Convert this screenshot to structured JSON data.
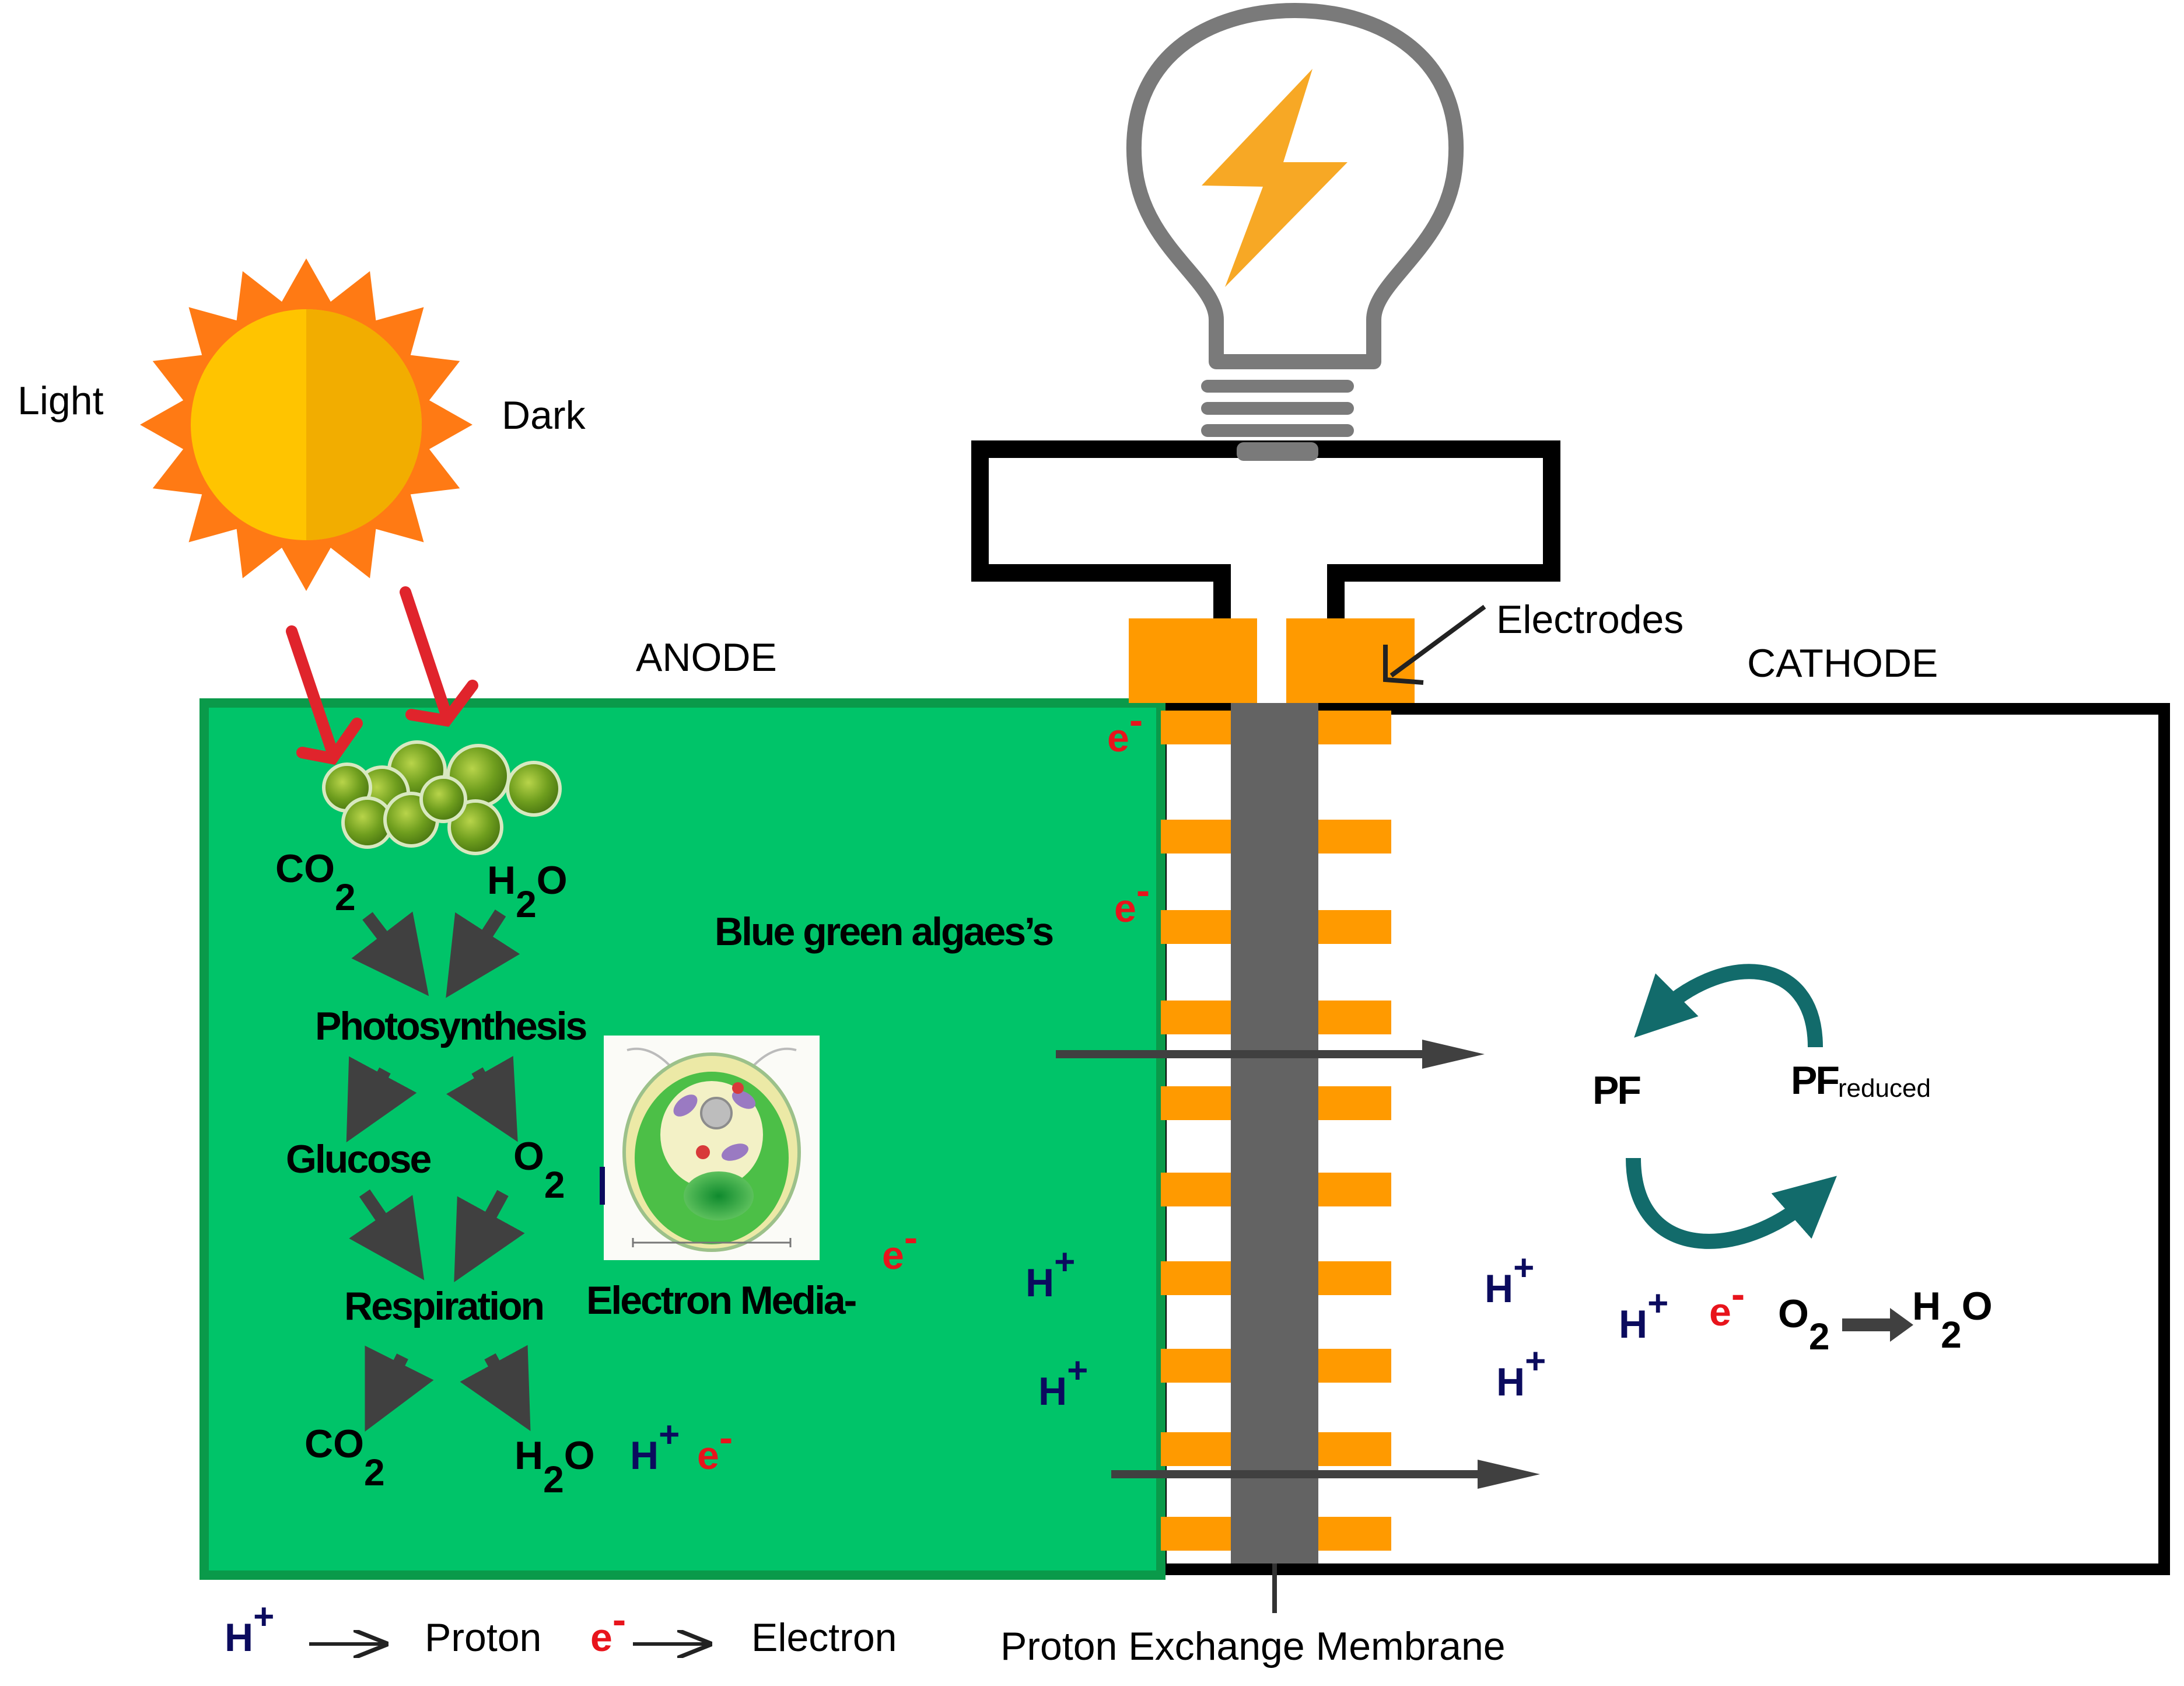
{
  "labels": {
    "light": "Light",
    "dark": "Dark",
    "anode": "ANODE",
    "cathode": "CATHODE",
    "electrodes": "Electrodes",
    "pem": "Proton Exchange Membrane",
    "blue_green_algae": "Blue  green algaes’s",
    "photosynthesis": "Photosynthesis",
    "glucose": "Glucose",
    "respiration": "Respiration",
    "electron_mediator": "Electron Media-",
    "pf": "PF",
    "pf_reduced_base": "PF",
    "pf_reduced_sub": "reduced",
    "legend_proton": "Proton",
    "legend_electron": "Electron"
  },
  "chem": {
    "co2_base": "CO",
    "h2o_h": "H",
    "h2o_o": "O",
    "o2_base": "O",
    "sub_2": "2",
    "h_base": "H",
    "plus": "+",
    "e_base": "e",
    "minus": "-"
  },
  "colors": {
    "anode_green": "#00c469",
    "anode_border": "#0a9a4a",
    "electrode_orange": "#ff9a00",
    "membrane_gray": "#636363",
    "arrow_dark": "#404040",
    "sun_orange": "#ff7a14",
    "sun_yellow": "#ffc400",
    "bolt": "#f7a825",
    "bulb_gray": "#7a7a7a",
    "cycle_teal": "#126b6b",
    "light_ray_red": "#e0242c",
    "proton_navy": "#0b0b5e",
    "electron_red": "#e8141c"
  },
  "icons": [
    "sun-icon",
    "light-bulb-icon",
    "lightning-bolt-icon",
    "algae-cells-icon",
    "algae-cell-diagram-icon",
    "redox-cycle-icon"
  ]
}
